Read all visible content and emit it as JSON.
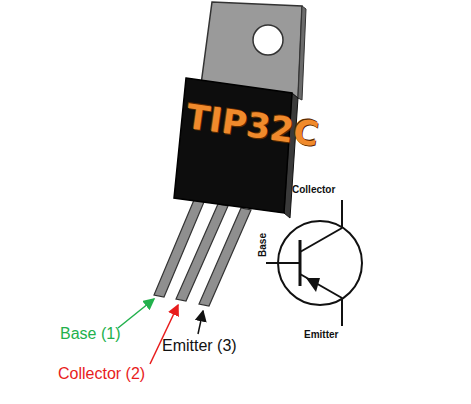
{
  "diagram": {
    "labels": [
      "TIP32C",
      "Base (1)",
      "Collector (2)",
      "Emitter (3)",
      "Collector",
      "Base",
      "Emitter"
    ]
  }
}
